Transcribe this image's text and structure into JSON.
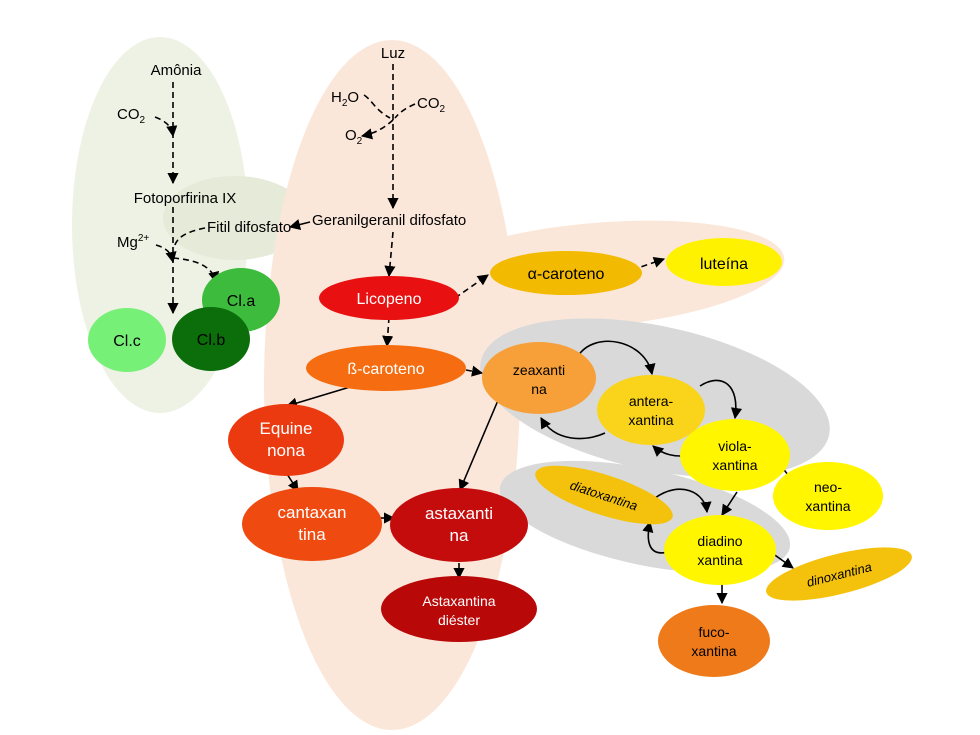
{
  "labels": {
    "amonia": "Amônia",
    "luz": "Luz",
    "co2_a": "CO",
    "co2_a_sub": "2",
    "h2o": "H",
    "h2o_sub": "2",
    "h2o_end": "O",
    "co2_b": "CO",
    "co2_b_sub": "2",
    "o2": "O",
    "o2_sub": "2",
    "fotoporfirina": "Fotoporfirina IX",
    "fitil": "Fitil difosfato",
    "geranil": "Geranilgeranil difosfato",
    "mg": "Mg",
    "mg_sup": "2+"
  },
  "nodes": {
    "cla": "Cl.a",
    "clb": "Cl.b",
    "clc": "Cl.c",
    "licopeno": "Licopeno",
    "alfa": "α-caroteno",
    "luteina": "luteína",
    "beta": "ß-caroteno",
    "zea_1": "zeaxanti",
    "zea_2": "na",
    "antera_1": "antera-",
    "antera_2": "xantina",
    "viola_1": "viola-",
    "viola_2": "xantina",
    "neo_1": "neo-",
    "neo_2": "xantina",
    "diatox": "diatoxantina",
    "diadino_1": "diadino",
    "diadino_2": "xantina",
    "dinox": "dinoxantina",
    "fuco_1": "fuco-",
    "fuco_2": "xantina",
    "equine_1": "Equine",
    "equine_2": "nona",
    "cantax_1": "cantaxan",
    "cantax_2": "tina",
    "astax_1": "astaxanti",
    "astax_2": "na",
    "astaxd_1": "Astaxantina",
    "astaxd_2": "diéster"
  },
  "colors": {
    "green_region": "#eef2e4",
    "peach_region": "#fbe7da",
    "grey_region": "#d9d9d9",
    "cla": "#3dbb3d",
    "clb": "#0b6e0b",
    "clc": "#77f077",
    "licopeno": "#e81010",
    "alfa": "#f2ba00",
    "luteina": "#fff200",
    "beta": "#f56d10",
    "zea": "#f7a03a",
    "antera": "#f9d41a",
    "viola": "#fff600",
    "neo": "#fff600",
    "diatox": "#f4c20c",
    "diadino": "#fff600",
    "dinox": "#f4c20c",
    "fuco": "#ef7a1a",
    "equine": "#ec3a10",
    "cantax": "#ef4a10",
    "astax": "#c40c0c",
    "astaxd": "#b80808"
  }
}
